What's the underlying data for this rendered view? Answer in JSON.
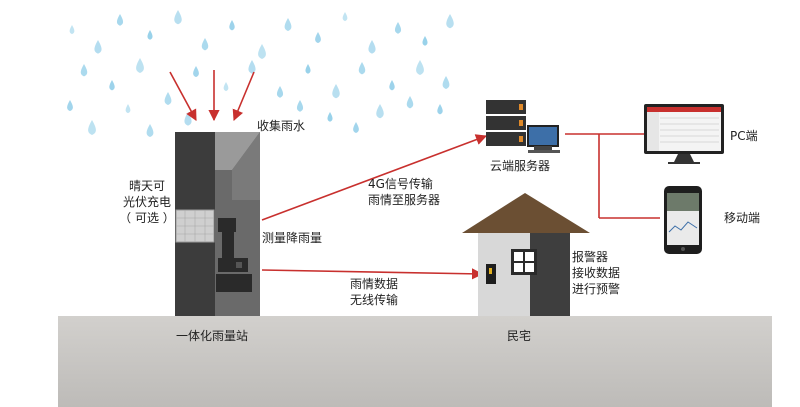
{
  "colors": {
    "rain": "#8fcde8",
    "arrow": "#c8302e",
    "ground": "#c9c7c4",
    "station_dark": "#3c3c3c",
    "station_front": "#6a6a6a",
    "roof": "#6b4f33",
    "house_wall": "#d8d8d8",
    "house_side": "#3e3e3e"
  },
  "labels": {
    "collect_rain": "收集雨水",
    "solar_line1": "晴天可",
    "solar_line2": "光伏充电",
    "solar_line3": "（ 可选 ）",
    "measure": "测量降雨量",
    "station": "一体化雨量站",
    "link_4g_line1": "4G信号传输",
    "link_4g_line2": "雨情至服务器",
    "wireless_line1": "雨情数据",
    "wireless_line2": "无线传输",
    "house": "民宅",
    "alarm_line1": "报警器",
    "alarm_line2": "接收数据",
    "alarm_line3": "进行预警",
    "server": "云端服务器",
    "pc": "PC端",
    "mobile": "移动端"
  },
  "icons": {
    "server": "server-rack-icon",
    "monitor": "pc-monitor-icon",
    "phone": "mobile-phone-icon",
    "alarm": "alarm-device-icon"
  }
}
